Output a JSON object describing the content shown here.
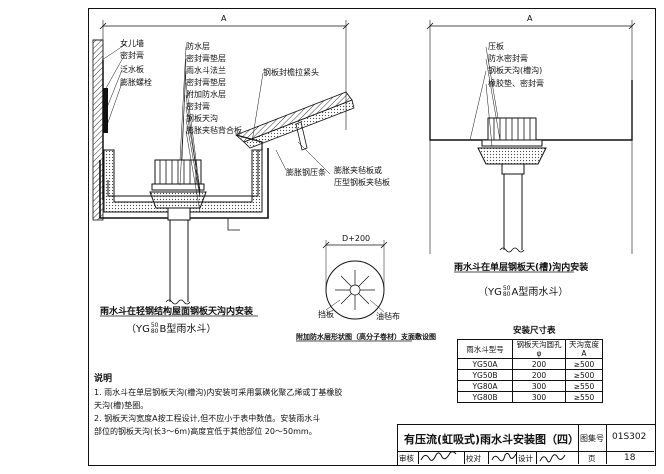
{
  "page": {
    "title": "有压流(虹吸式)雨水斗安装图（四）",
    "atlas_label": "图集号",
    "atlas_no": "01S302",
    "page_label": "页",
    "page_no": "18",
    "review_label": "审核",
    "check_label": "校对",
    "design_label": "设计"
  },
  "left_detail": {
    "dim_A": "A",
    "labels_left": [
      "女儿墙",
      "密封膏",
      "泛水板",
      "膨胀螺栓"
    ],
    "labels_mid": [
      "防水层",
      "密封膏垫层",
      "雨水斗法兰",
      "密封膏垫层",
      "附加防水层",
      "密封膏",
      "钢板天沟",
      "膨胀夹毡背合板"
    ],
    "label_right_top": "钢板封檐拉紧头",
    "label_press": "膨胀钢压条",
    "label_clip1": "膨胀夹毡板或",
    "label_clip2": "压型钢板夹毡板",
    "caption": "雨水斗在轻钢结构屋面钢板天沟内安装",
    "model_prefix": "（YG",
    "model_sup": "50",
    "model_sub": "80",
    "model_suffix": "B型雨水斗）"
  },
  "right_detail": {
    "dim_A": "A",
    "labels": [
      "压板",
      "防水密封膏",
      "钢板天沟(槽沟)",
      "橡胶垫、密封膏"
    ],
    "caption": "雨水斗在单层钢板天(槽)沟内安装",
    "model_prefix": "（YG",
    "model_sup": "50",
    "model_sub": "80",
    "model_suffix": "A型雨水斗）"
  },
  "plan_detail": {
    "dim": "D+200",
    "label_a": "挡板",
    "label_b": "油毡布",
    "caption": "附加防水层形状图（高分子卷材）支面敷设图"
  },
  "notes": {
    "heading": "说明",
    "items": [
      "1. 雨水斗在单层钢板天沟(槽沟)内安装可采用氯磺化聚乙烯或丁基橡胶",
      "   天沟(槽)垫圈。",
      "2. 钢板天沟宽度A按工程设计,但不应小于表中数值。安装雨水斗",
      "   部位的钢板天沟(长3～6m)高度宜低于其他部位 20～50mm。"
    ]
  },
  "table": {
    "title": "安装尺寸表",
    "headers": [
      "雨水斗型号",
      "钢板天沟圆孔 φ",
      "天沟宽度 A"
    ],
    "rows": [
      [
        "YG50A",
        "200",
        "≥500"
      ],
      [
        "YG50B",
        "200",
        "≥500"
      ],
      [
        "YG80A",
        "300",
        "≥550"
      ],
      [
        "YG80B",
        "300",
        "≥550"
      ]
    ]
  }
}
